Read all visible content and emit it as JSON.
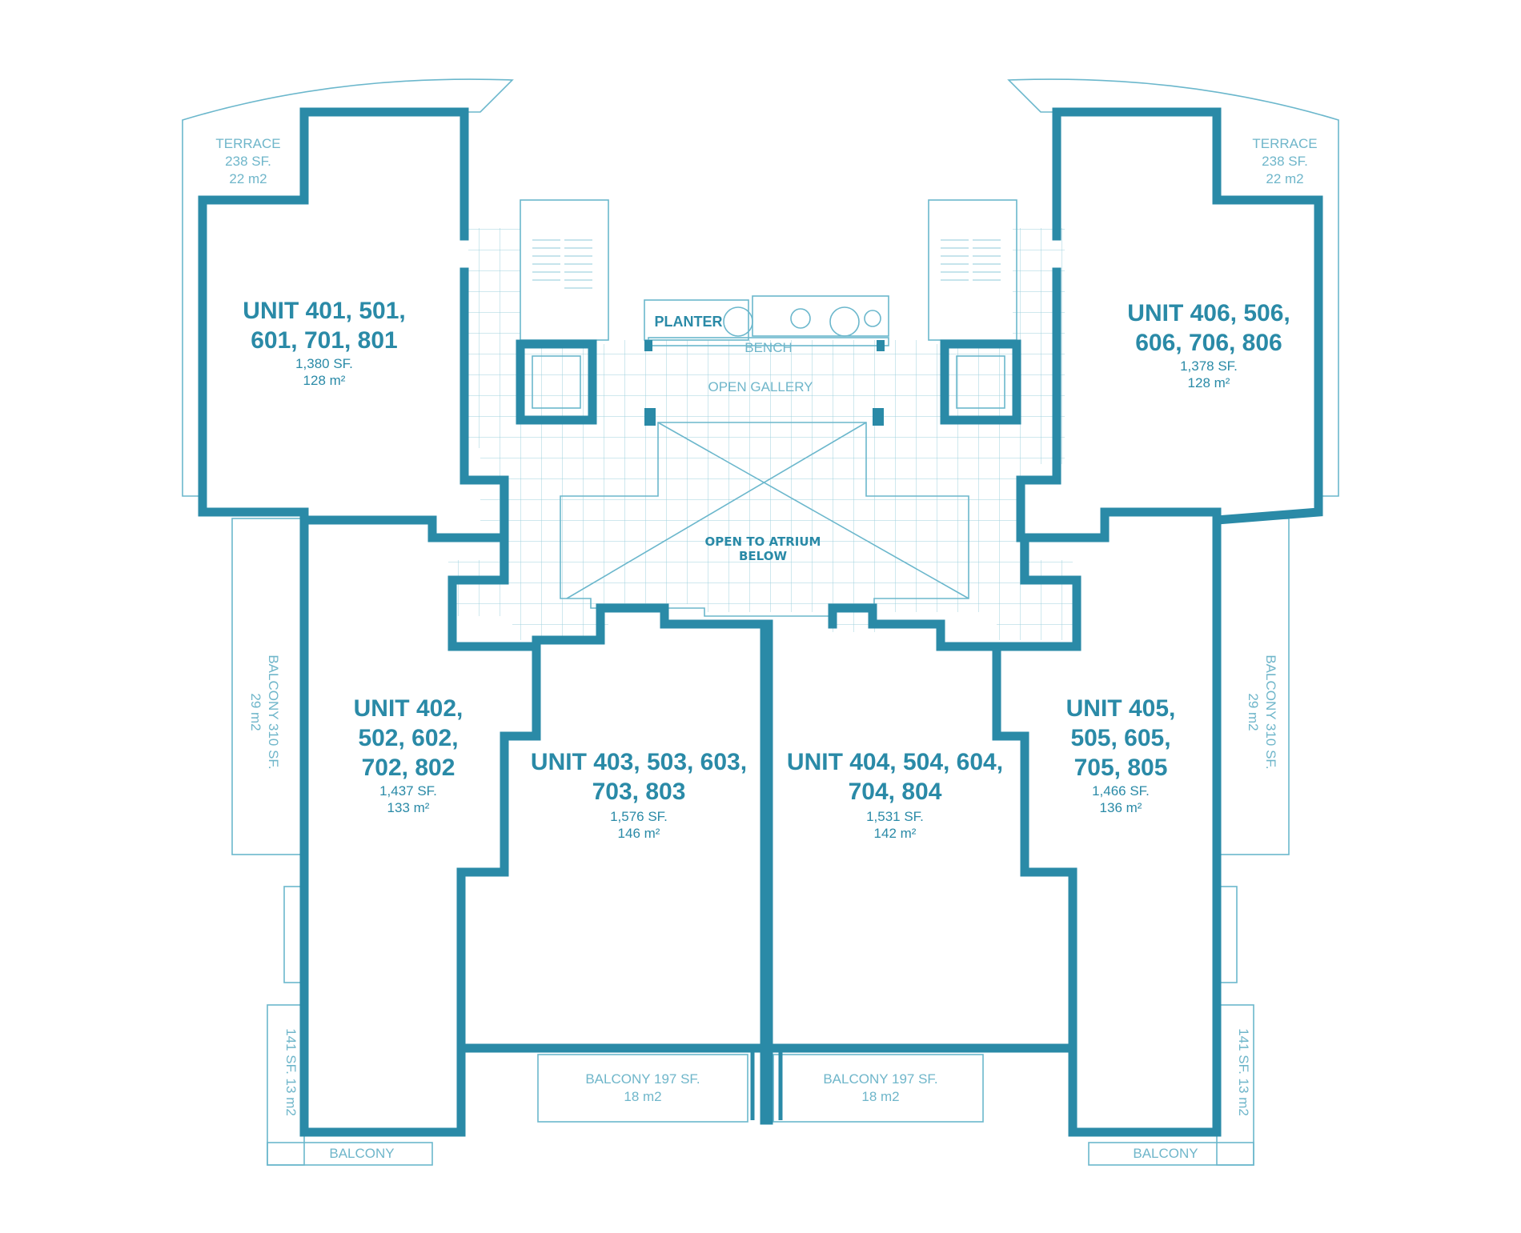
{
  "colors": {
    "accent": "#2a8aa7",
    "light": "#6bb7cc",
    "grid": "#8cc8d8"
  },
  "units": [
    {
      "id": "u401",
      "lines": [
        "UNIT 401, 501,",
        "601, 701, 801"
      ],
      "sf": "1,380 SF.",
      "m2": "128 m²"
    },
    {
      "id": "u402",
      "lines": [
        "UNIT 402,",
        "502, 602,",
        "702, 802"
      ],
      "sf": "1,437 SF.",
      "m2": "133 m²"
    },
    {
      "id": "u403",
      "lines": [
        "UNIT 403, 503, 603,",
        "703, 803"
      ],
      "sf": "1,576 SF.",
      "m2": "146 m²"
    },
    {
      "id": "u404",
      "lines": [
        "UNIT 404, 504, 604,",
        "704, 804"
      ],
      "sf": "1,531 SF.",
      "m2": "142 m²"
    },
    {
      "id": "u405",
      "lines": [
        "UNIT 405,",
        "505, 605,",
        "705, 805"
      ],
      "sf": "1,466 SF.",
      "m2": "136 m²"
    },
    {
      "id": "u406",
      "lines": [
        "UNIT 406, 506,",
        "606, 706, 806"
      ],
      "sf": "1,378 SF.",
      "m2": "128 m²"
    }
  ],
  "spaces": {
    "terrace_left": [
      "TERRACE",
      "238 SF.",
      "22 m2"
    ],
    "terrace_right": [
      "TERRACE",
      "238 SF.",
      "22 m2"
    ],
    "balcony_left_long": "BALCONY 310 SF.",
    "balcony_left_long_m2": "29 m2",
    "balcony_right_long": "BALCONY 310 SF.",
    "balcony_right_long_m2": "29 m2",
    "balcony_left_small": "141 SF. 13 m2",
    "balcony_right_small": "141 SF. 13 m2",
    "balcony_left_bottom": "BALCONY",
    "balcony_right_bottom": "BALCONY",
    "balcony_center_left": [
      "BALCONY 197 SF.",
      "18 m2"
    ],
    "balcony_center_right": [
      "BALCONY 197 SF.",
      "18 m2"
    ],
    "planter": "PLANTER",
    "bench": "BENCH",
    "open_gallery": "OPEN GALLERY",
    "atrium": [
      "OPEN TO ATRIUM",
      "BELOW"
    ]
  }
}
